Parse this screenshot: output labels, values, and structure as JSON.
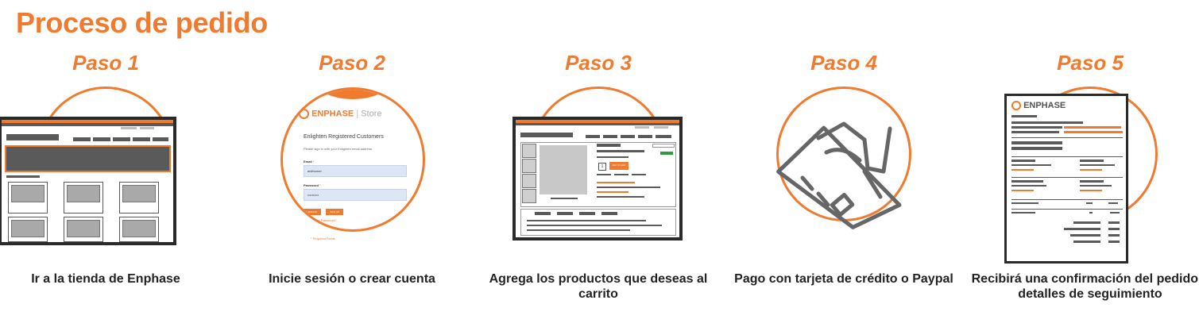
{
  "title": "Proceso de pedido",
  "steps": [
    {
      "label": "Paso 1",
      "description": "Ir a la tienda de Enphase"
    },
    {
      "label": "Paso 2",
      "description": "Inicie sesión o crear cuenta"
    },
    {
      "label": "Paso 3",
      "description": "Agrega los productos que deseas al carrito"
    },
    {
      "label": "Paso 4",
      "description": "Pago con tarjeta de crédito o Paypal"
    },
    {
      "label": "Paso 5",
      "description": "Recibirá una confirmación del pedido y detalles de seguimiento"
    }
  ],
  "login_mock": {
    "brand": "ENPHASE",
    "store": "Store",
    "heading": "Enlighten Registered Customers",
    "intro": "Please sign in with your Enlighten email address.",
    "email_label": "Email",
    "email_value": "anithomer",
    "password_label": "Password",
    "password_value": "••••••••••",
    "sign_in": "SIGN IN",
    "sign_up": "SIGN UP",
    "forgot": "Forgot Your Password?",
    "required": "* Required Fields",
    "required_mark": "*"
  },
  "product_mock": {
    "button": "ADD TO CART",
    "qty": "1"
  },
  "receipt_mock": {
    "brand": "ENPHASE"
  },
  "colors": {
    "accent": "#f07a2e",
    "dark": "#2a2a2a",
    "text": "#222222"
  },
  "icons": [
    "enphase-logo-icon",
    "hand-credit-card-icon"
  ]
}
